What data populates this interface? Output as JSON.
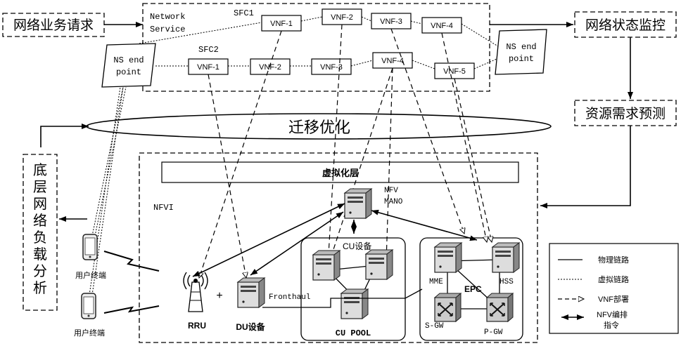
{
  "left": {
    "request": "网络业务请求",
    "analysis": [
      "底",
      "层",
      "网",
      "络",
      "负",
      "载",
      "分",
      "析"
    ]
  },
  "right": {
    "monitor": "网络状态监控",
    "predict": "资源需求预测"
  },
  "ns": {
    "title_line1": "Network",
    "title_line2": "Service",
    "sfc1": "SFC1",
    "sfc2": "SFC2",
    "left_endpoint": [
      "NS end",
      "point"
    ],
    "right_endpoint": [
      "NS end",
      "point"
    ]
  },
  "sfc1_vnfs": [
    "VNF-1",
    "VNF-2",
    "VNF-3",
    "VNF-4"
  ],
  "sfc2_vnfs": [
    "VNF-1",
    "VNF-2",
    "VNF-3",
    "VNF-4",
    "VNF-5"
  ],
  "migration": "迁移优化",
  "nfvi": {
    "label": "NFVI",
    "virt_layer": "虚拟化层",
    "mano": [
      "NFV",
      "MANO"
    ],
    "cu_device": "CU设备",
    "cu_pool": "CU POOL",
    "epc": "EPC",
    "mme": "MME",
    "hss": "HSS",
    "sgw": "S-GW",
    "pgw": "P-GW",
    "rru": "RRU",
    "plus": "+",
    "du": "DU设备",
    "fronthaul": "Fronthaul"
  },
  "terminals": [
    "用户终端",
    "用户终端"
  ],
  "legend": {
    "physical": "物理链路",
    "virtual": "虚拟链路",
    "deploy": "VNF部署",
    "orchestrate": [
      "NFV编排",
      "指令"
    ]
  }
}
